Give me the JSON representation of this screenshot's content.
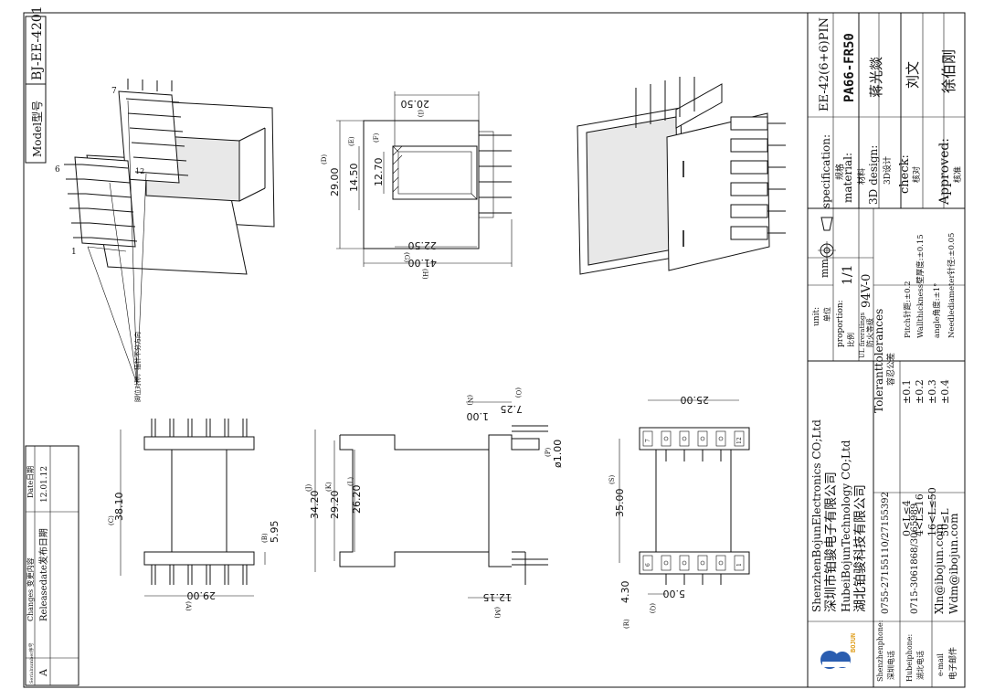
{
  "titleblock": {
    "specification_label": "specification:",
    "specification_cn": "规格",
    "specification_value": "EE-42(6+6)PIN",
    "material_label": "material:",
    "material_cn": "材料",
    "material_value": "PA66-FR50",
    "design_label": "3D design:",
    "design_cn": "3D设计",
    "design_value": "蒋光燚",
    "check_label": "check:",
    "check_cn": "核对",
    "check_value": "刘文",
    "approved_label": "Approved:",
    "approved_cn": "核准",
    "approved_value": "徐伯刚",
    "unit_label": "unit:",
    "unit_cn": "单位",
    "unit_value": "mm",
    "proportion_label": "proportion:",
    "proportion_cn": "比例",
    "proportion_value": "1/1",
    "ul_label": "UL fireratings",
    "ul_cn": "防火等级",
    "ul_value": "94V-0",
    "tolerances_label": "Toleranttolerances",
    "tolerances_cn": "容忍公差",
    "tol_left": [
      "0<L≤4",
      "4<L≤16",
      "16<L≤50",
      "50≤L"
    ],
    "tol_left_val": [
      "±0.1",
      "±0.2",
      "±0.3",
      "±0.4"
    ],
    "tol_right": [
      "Pitch针距:±0.2",
      "Wallthickness壁厚度:±0.15",
      "angle角度:±1°",
      "Needlediameter针径:±0.05"
    ],
    "company_en1": "ShenzhenBojunElectronics CO;Ltd",
    "company_cn1": "深圳市铂骏电子有限公司",
    "company_en2": "HubeiBojunTechnology CO;Ltd",
    "company_cn2": "湖北铂骏科技有限公司",
    "logo_text": "BOJUN",
    "sz_phone_label": "Shenzhenphone:",
    "sz_phone_cn": "深圳电话",
    "sz_phone": "0755-27155110/27155392",
    "hb_phone_label": "Hubeiphone:",
    "hb_phone_cn": "湖北电话",
    "hb_phone": "0715-3061868/3065989",
    "email_label": "e-mail",
    "email_cn": "电子邮件",
    "email1": "Xln@ibojun.com",
    "email2": "Wdm@ibojun.com"
  },
  "model": {
    "label": "Model型号",
    "value": "BJ-EE-4201"
  },
  "changes": {
    "serial_header": "Serialnumber序号",
    "changes_header": "Changes 变更内容",
    "date_header": "Date日期",
    "row_serial": "A",
    "row_change": "Releasedate发布日期",
    "row_date": "12.01.12"
  },
  "iso_note": "脚位对称，插针不分方向",
  "pins": {
    "p1": "1",
    "p6": "6",
    "p7": "7",
    "p12": "12"
  },
  "dims": {
    "A": "29.00",
    "B": "5.95",
    "C": "38.10",
    "D": "29.00",
    "E": "14.50",
    "F": "12.70",
    "G": "22.50",
    "H": "41.00",
    "I": "20.50",
    "J": "34.20",
    "K": "29.20",
    "L": "26.20",
    "M": "12.15",
    "N": "1.00",
    "O": "7.25",
    "P": "ø1.00",
    "Q": "5.00",
    "R": "4.30",
    "S": "35.00",
    "T": "25.00"
  },
  "dim_letters": {
    "A": "(A)",
    "B": "(B)",
    "C": "(C)",
    "D": "(D)",
    "E": "(E)",
    "F": "(F)",
    "G": "(G)",
    "H": "(H)",
    "I": "(I)",
    "J": "(J)",
    "K": "(K)",
    "L": "(L)",
    "M": "(M)",
    "N": "(N)",
    "O": "(O)",
    "P": "(P)",
    "Q": "(Q)",
    "R": "(R)",
    "S": "(S)"
  },
  "pin_labels_bottom": [
    "7",
    "12",
    "6",
    "1"
  ]
}
